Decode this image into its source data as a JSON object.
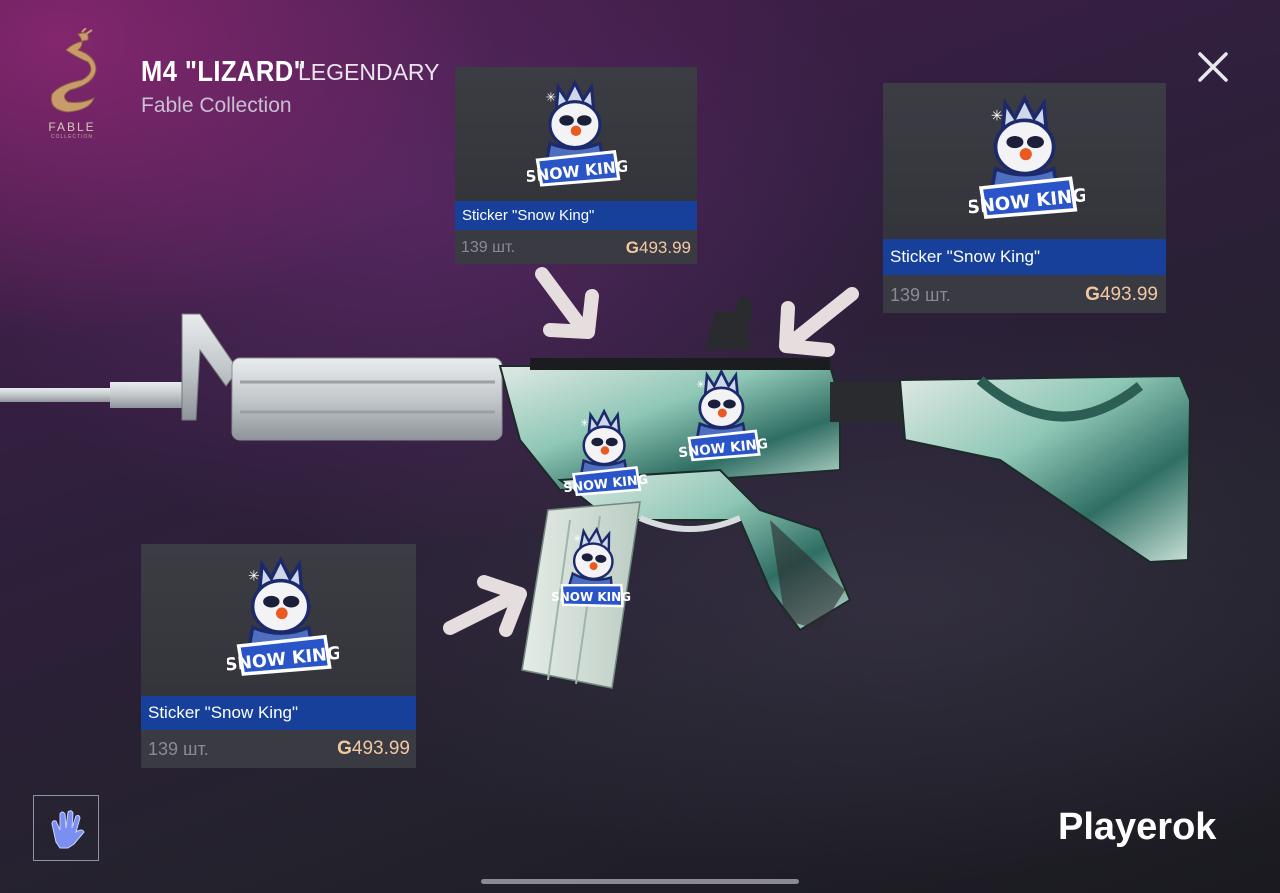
{
  "header": {
    "logo_text": "FABLE",
    "logo_subtext": "COLLECTION",
    "title": "M4 \"LIZARD\"",
    "rarity": "LEGENDARY",
    "collection": "Fable Collection"
  },
  "stickers": [
    {
      "name": "Sticker \"Snow King\"",
      "quantity": "139 шт.",
      "currency": "G",
      "price": "493.99"
    },
    {
      "name": "Sticker \"Snow King\"",
      "quantity": "139 шт.",
      "currency": "G",
      "price": "493.99"
    },
    {
      "name": "Sticker \"Snow King\"",
      "quantity": "139 шт.",
      "currency": "G",
      "price": "493.99"
    }
  ],
  "sticker_art_text": "SNOW KING",
  "icons": {
    "close": "close-icon",
    "glove": "glove-icon"
  },
  "watermark": "Playerok",
  "colors": {
    "name_bar": "#16409a",
    "price": "#f0c9a3",
    "accent_purple": "#7a2a78"
  }
}
